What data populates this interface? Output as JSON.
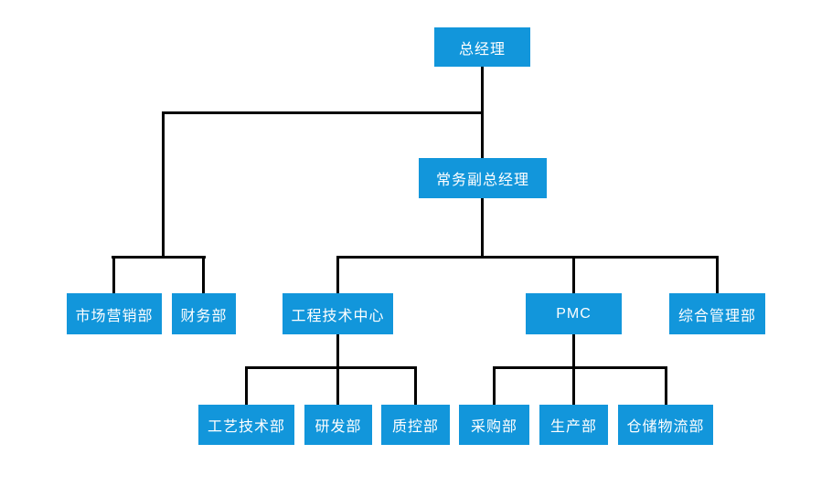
{
  "diagram": {
    "type": "organization-chart",
    "background_color": "#ffffff",
    "node_fill_color": "#1296db",
    "node_text_color": "#ffffff",
    "connector_color": "#000000"
  },
  "nodes": {
    "gm": {
      "label": "总经理"
    },
    "dgm": {
      "label": "常务副总经理"
    },
    "marketing": {
      "label": "市场营销部"
    },
    "finance": {
      "label": "财务部"
    },
    "engineering": {
      "label": "工程技术中心"
    },
    "pmc": {
      "label": "PMC"
    },
    "admin": {
      "label": "综合管理部"
    },
    "process": {
      "label": "工艺技术部"
    },
    "rnd": {
      "label": "研发部"
    },
    "qc": {
      "label": "质控部"
    },
    "purchasing": {
      "label": "采购部"
    },
    "production": {
      "label": "生产部"
    },
    "logistics": {
      "label": "仓储物流部"
    }
  },
  "hierarchy": [
    {
      "parent": "总经理",
      "children": [
        "市场营销部",
        "财务部",
        "常务副总经理"
      ]
    },
    {
      "parent": "常务副总经理",
      "children": [
        "工程技术中心",
        "PMC",
        "综合管理部"
      ]
    },
    {
      "parent": "工程技术中心",
      "children": [
        "工艺技术部",
        "研发部",
        "质控部"
      ]
    },
    {
      "parent": "PMC",
      "children": [
        "采购部",
        "生产部",
        "仓储物流部"
      ]
    }
  ]
}
